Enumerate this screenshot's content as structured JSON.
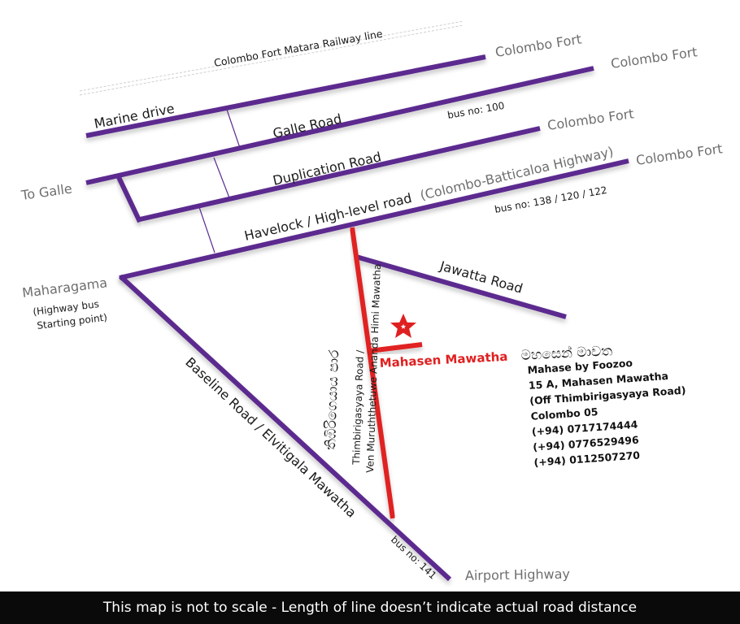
{
  "map": {
    "rail_label": "Colombo Fort Matara Railway line",
    "roads": {
      "marine_drive": "Marine drive",
      "galle_road": "Galle Road",
      "duplication_road": "Duplication Road",
      "havelock_road": "Havelock / High-level road",
      "havelock_alt": "(Colombo-Batticaloa Highway)",
      "jawatta_road": "Jawatta Road",
      "baseline_road": "Baseline Road / Elvitigala Mawatha",
      "thimbirigasyaya_road": "Thimbirigasyaya Road /",
      "ven_muruththetuwe": "Ven Muruththetuwe Ananda Himi Mawatha",
      "mahasen_mawatha": "Mahasen Mawatha"
    },
    "sinhala": {
      "thimbirigasyaya": "තිඹිරිගෙයාය පාර",
      "mahasen": "මහසෙන් මාවත"
    },
    "destinations": {
      "colombo_fort_1": "Colombo Fort",
      "colombo_fort_2": "Colombo Fort",
      "colombo_fort_3": "Colombo Fort",
      "colombo_fort_4": "Colombo Fort",
      "to_galle": "To Galle",
      "maharagama": "Maharagama",
      "highway_bus_1": "(Highway bus",
      "highway_bus_2": "Starting point)",
      "airport_highway": "Airport Highway"
    },
    "bus_routes": {
      "galle_road": "bus no: 100",
      "havelock": "bus no: 138 / 120 / 122",
      "baseline": "bus no: 141"
    },
    "colors": {
      "road": "#5b2c8f",
      "highlight": "#e02020"
    },
    "marker_icon": "star-icon"
  },
  "address": {
    "name": "Mahase by Foozoo",
    "street": "15 A, Mahasen Mawatha",
    "note": "(Off Thimbirigasyaya Road)",
    "city": "Colombo 05",
    "phones": [
      "(+94) 0717174444",
      "(+94) 0776529496",
      "(+94) 0112507270"
    ]
  },
  "footer": {
    "disclaimer": "This map is not to scale - Length of line doesn’t indicate actual road distance"
  }
}
